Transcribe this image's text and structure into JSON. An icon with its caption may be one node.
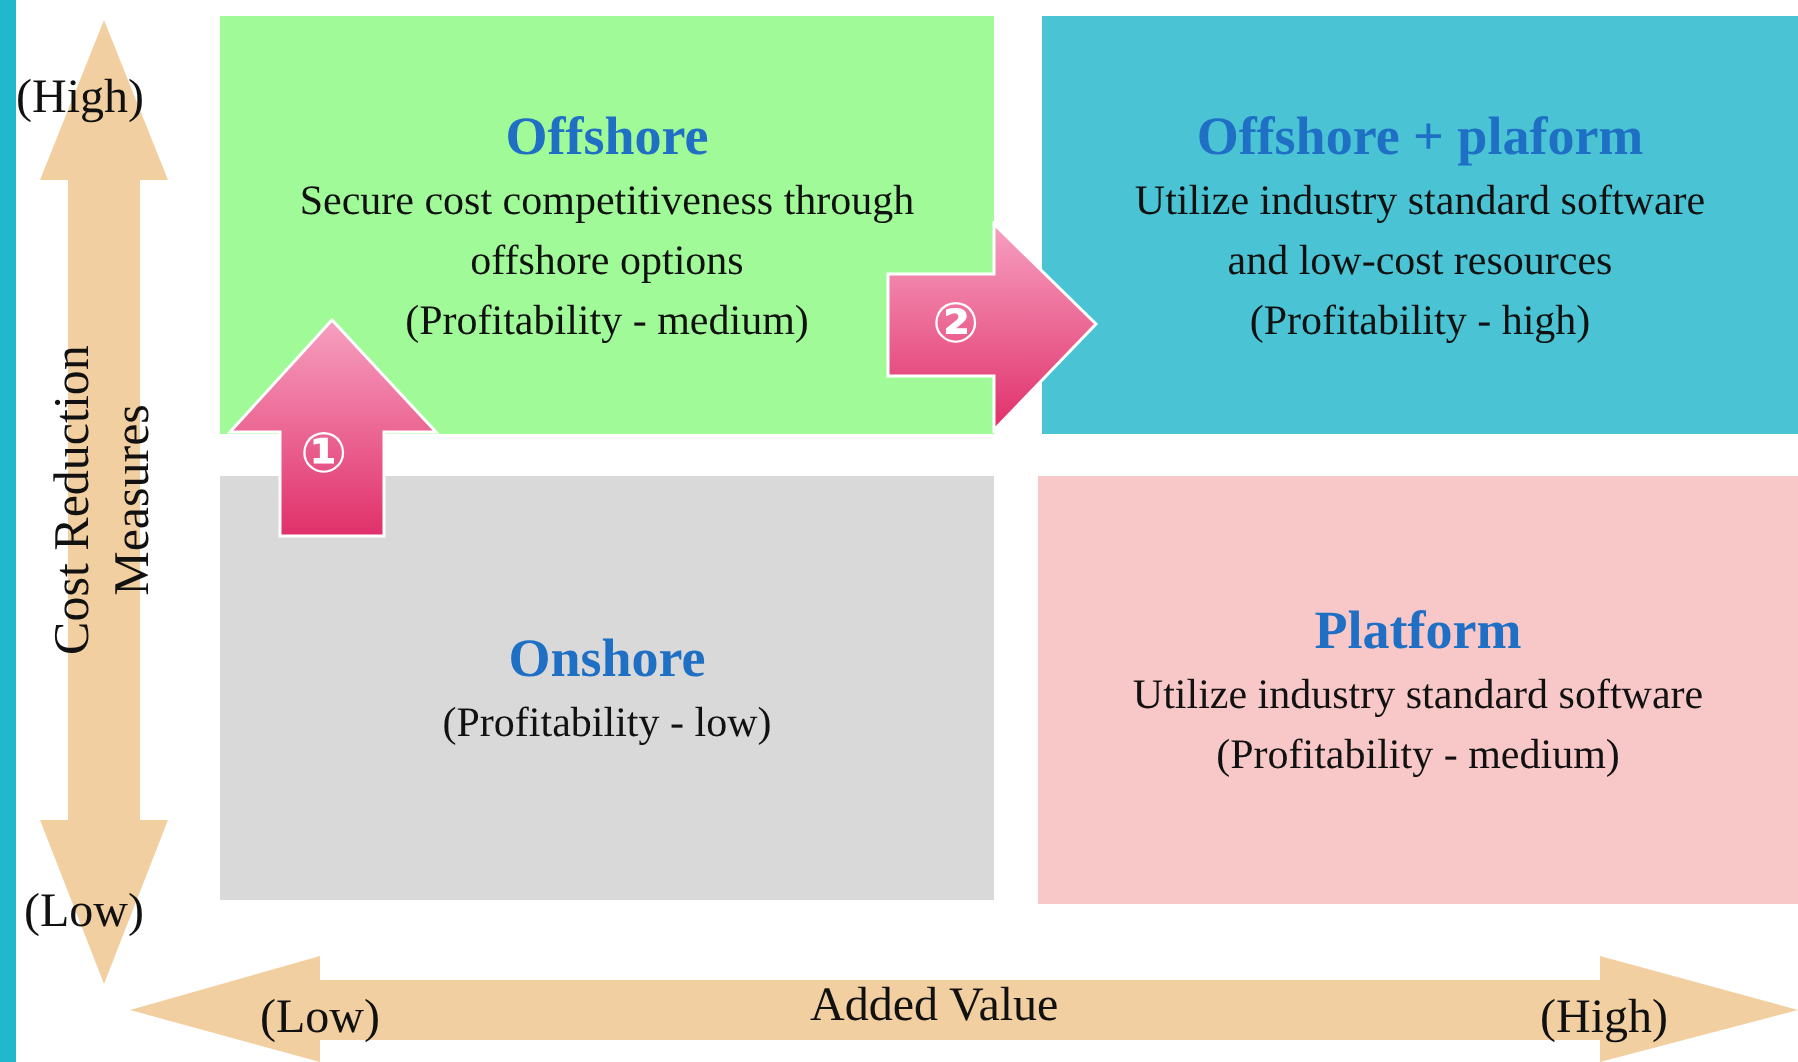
{
  "diagram": {
    "nodes": [
      {
        "text": [
          "Offshore",
          "Secure cost competitiveness through offshore options",
          "(Profitability - medium)"
        ]
      },
      {
        "text": [
          "Offshore + plaform",
          "Utilize industry standard software and low-cost resources",
          "(Profitability - high)"
        ]
      },
      {
        "text": [
          "Onshore",
          "(Profitability - low)"
        ]
      },
      {
        "text": [
          "Platform",
          "Utilize industry standard software",
          "(Profitability - medium)"
        ]
      }
    ],
    "edges": [
      {
        "from": 2,
        "to": 0,
        "arrow": "to",
        "label": "①"
      },
      {
        "from": 0,
        "to": 1,
        "arrow": "to",
        "label": "②"
      }
    ],
    "labels": [
      "(High)",
      "Cost Reduction Measures",
      "(Low)",
      "(Low)",
      "Added Value",
      "(High)"
    ]
  }
}
